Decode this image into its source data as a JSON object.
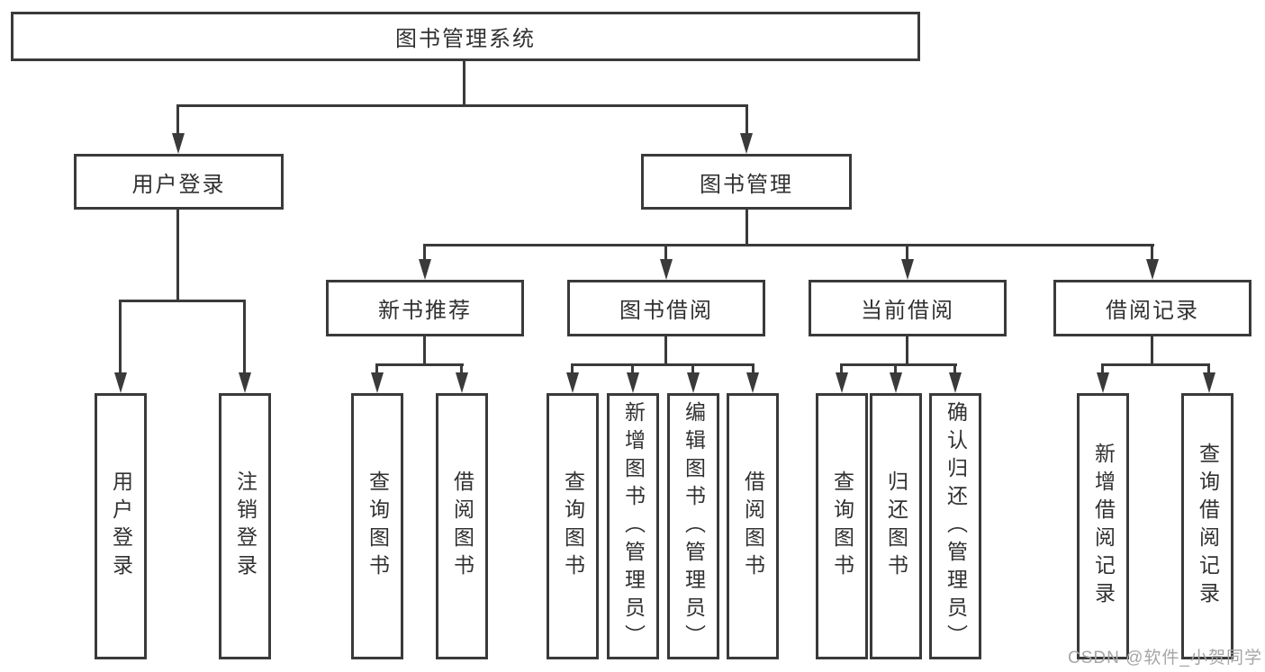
{
  "tree": {
    "root": {
      "label": "图书管理系统",
      "children": [
        {
          "label": "用户登录",
          "children": [
            {
              "label": "用户登录"
            },
            {
              "label": "注销登录"
            }
          ]
        },
        {
          "label": "图书管理",
          "children": [
            {
              "label": "新书推荐",
              "children": [
                {
                  "label": "查询图书"
                },
                {
                  "label": "借阅图书"
                }
              ]
            },
            {
              "label": "图书借阅",
              "children": [
                {
                  "label": "查询图书"
                },
                {
                  "label": "新增图书（管理员）"
                },
                {
                  "label": "编辑图书（管理员）"
                },
                {
                  "label": "借阅图书"
                }
              ]
            },
            {
              "label": "当前借阅",
              "children": [
                {
                  "label": "查询图书"
                },
                {
                  "label": "归还图书"
                },
                {
                  "label": "确认归还（管理员）"
                }
              ]
            },
            {
              "label": "借阅记录",
              "children": [
                {
                  "label": "新增借阅记录"
                },
                {
                  "label": "查询借阅记录"
                }
              ]
            }
          ]
        }
      ]
    }
  },
  "watermark": {
    "text": "CSDN @软件_小贺同学"
  },
  "colors": {
    "line": "#3a3a3a",
    "text": "#313131",
    "background": "#ffffff",
    "watermark": "#a6a6a6"
  }
}
